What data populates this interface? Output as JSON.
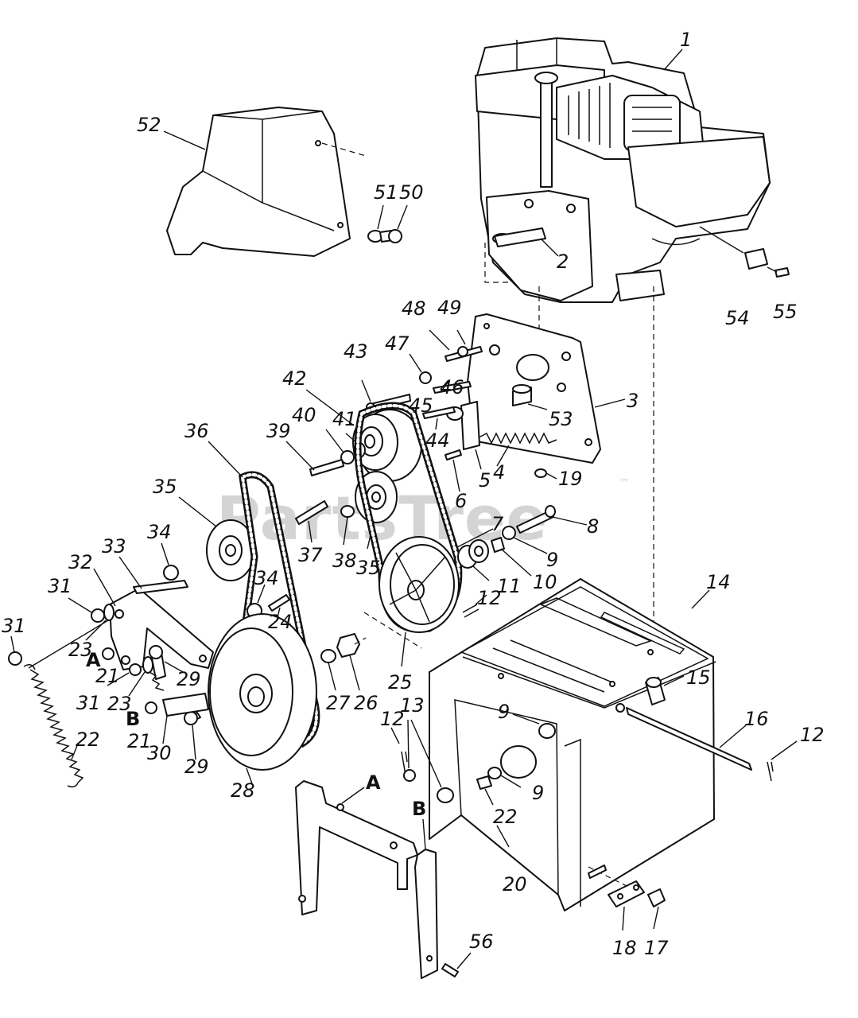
{
  "watermark": {
    "text": "PartsTree",
    "trademark": "™"
  },
  "callouts": [
    {
      "id": "c1",
      "text": "1"
    },
    {
      "id": "c2",
      "text": "2"
    },
    {
      "id": "c3",
      "text": "3"
    },
    {
      "id": "c4",
      "text": "4"
    },
    {
      "id": "c5",
      "text": "5"
    },
    {
      "id": "c6",
      "text": "6"
    },
    {
      "id": "c7",
      "text": "7"
    },
    {
      "id": "c8",
      "text": "8"
    },
    {
      "id": "c9a",
      "text": "9"
    },
    {
      "id": "c9b",
      "text": "9"
    },
    {
      "id": "c9c",
      "text": "9"
    },
    {
      "id": "c10",
      "text": "10"
    },
    {
      "id": "c11",
      "text": "11"
    },
    {
      "id": "c12a",
      "text": "12"
    },
    {
      "id": "c12b",
      "text": "12"
    },
    {
      "id": "c12c",
      "text": "12"
    },
    {
      "id": "c13",
      "text": "13"
    },
    {
      "id": "c14",
      "text": "14"
    },
    {
      "id": "c15",
      "text": "15"
    },
    {
      "id": "c16",
      "text": "16"
    },
    {
      "id": "c17",
      "text": "17"
    },
    {
      "id": "c18",
      "text": "18"
    },
    {
      "id": "c19",
      "text": "19"
    },
    {
      "id": "c20",
      "text": "20"
    },
    {
      "id": "c21a",
      "text": "21"
    },
    {
      "id": "c21b",
      "text": "21"
    },
    {
      "id": "c22a",
      "text": "22"
    },
    {
      "id": "c22b",
      "text": "22"
    },
    {
      "id": "c23a",
      "text": "23"
    },
    {
      "id": "c23b",
      "text": "23"
    },
    {
      "id": "c24",
      "text": "24"
    },
    {
      "id": "c25",
      "text": "25"
    },
    {
      "id": "c26",
      "text": "26"
    },
    {
      "id": "c27",
      "text": "27"
    },
    {
      "id": "c28",
      "text": "28"
    },
    {
      "id": "c29a",
      "text": "29"
    },
    {
      "id": "c29b",
      "text": "29"
    },
    {
      "id": "c30",
      "text": "30"
    },
    {
      "id": "c31a",
      "text": "31"
    },
    {
      "id": "c31b",
      "text": "31"
    },
    {
      "id": "c31c",
      "text": "31"
    },
    {
      "id": "c32",
      "text": "32"
    },
    {
      "id": "c33",
      "text": "33"
    },
    {
      "id": "c34a",
      "text": "34"
    },
    {
      "id": "c34b",
      "text": "34"
    },
    {
      "id": "c35a",
      "text": "35"
    },
    {
      "id": "c35b",
      "text": "35"
    },
    {
      "id": "c36",
      "text": "36"
    },
    {
      "id": "c37",
      "text": "37"
    },
    {
      "id": "c38",
      "text": "38"
    },
    {
      "id": "c39",
      "text": "39"
    },
    {
      "id": "c40",
      "text": "40"
    },
    {
      "id": "c41",
      "text": "41"
    },
    {
      "id": "c42",
      "text": "42"
    },
    {
      "id": "c43",
      "text": "43"
    },
    {
      "id": "c44",
      "text": "44"
    },
    {
      "id": "c45",
      "text": "45"
    },
    {
      "id": "c46",
      "text": "46"
    },
    {
      "id": "c47",
      "text": "47"
    },
    {
      "id": "c48",
      "text": "48"
    },
    {
      "id": "c49",
      "text": "49"
    },
    {
      "id": "c50",
      "text": "50"
    },
    {
      "id": "c51",
      "text": "51"
    },
    {
      "id": "c52",
      "text": "52"
    },
    {
      "id": "c53",
      "text": "53"
    },
    {
      "id": "c54",
      "text": "54"
    },
    {
      "id": "c55",
      "text": "55"
    },
    {
      "id": "c56",
      "text": "56"
    }
  ],
  "ref_letters": [
    {
      "id": "rA1",
      "text": "A"
    },
    {
      "id": "rB1",
      "text": "B"
    },
    {
      "id": "rA2",
      "text": "A"
    },
    {
      "id": "rB2",
      "text": "B"
    }
  ]
}
